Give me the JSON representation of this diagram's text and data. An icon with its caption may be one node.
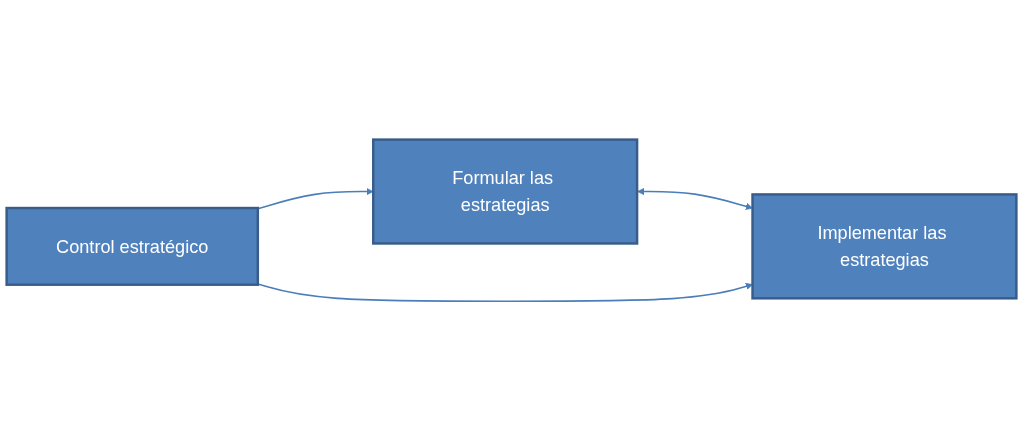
{
  "diagram": {
    "nodes": [
      {
        "text": [
          "Formular las estrategias"
        ]
      },
      {
        "text": [
          "Implementar las estrategias"
        ]
      },
      {
        "text": [
          "Control estratégico"
        ]
      }
    ],
    "edges": [
      {
        "from": 0,
        "to": 1,
        "arrow": "both"
      },
      {
        "from": 2,
        "to": 0,
        "arrow": "to"
      },
      {
        "from": 2,
        "to": 1,
        "arrow": "to"
      }
    ]
  }
}
